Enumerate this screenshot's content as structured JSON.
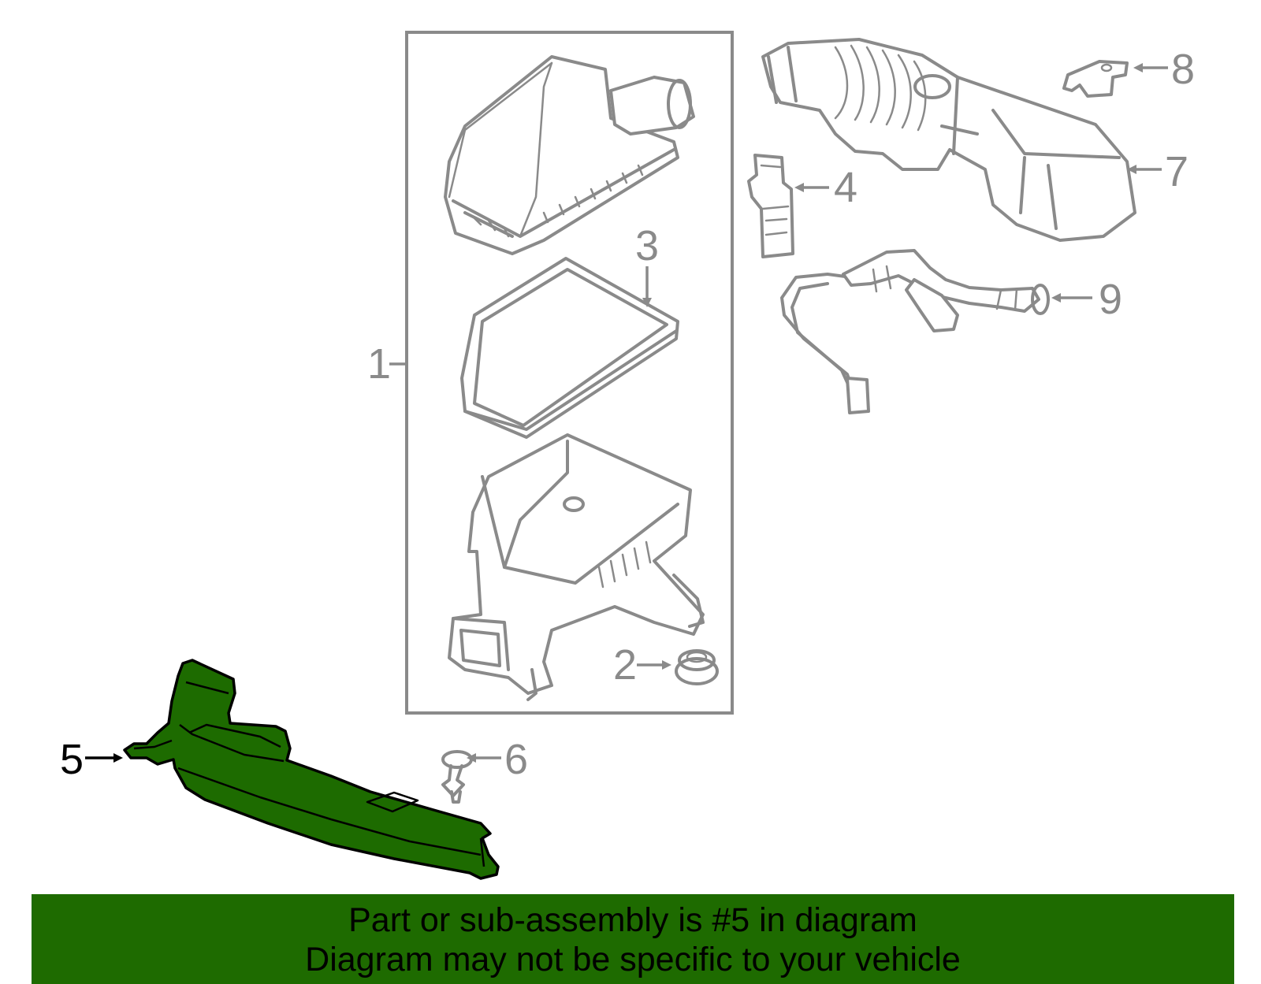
{
  "callouts": [
    "1",
    "2",
    "3",
    "4",
    "5",
    "6",
    "7",
    "8",
    "9"
  ],
  "highlighted_part": "5",
  "colors": {
    "highlight": "#1e6b00",
    "line": "#8a8a8a",
    "banner": "#1e6b00"
  },
  "banner": {
    "line1": "Part or sub-assembly is #5 in diagram",
    "line2": "Diagram may not be specific to your vehicle"
  }
}
